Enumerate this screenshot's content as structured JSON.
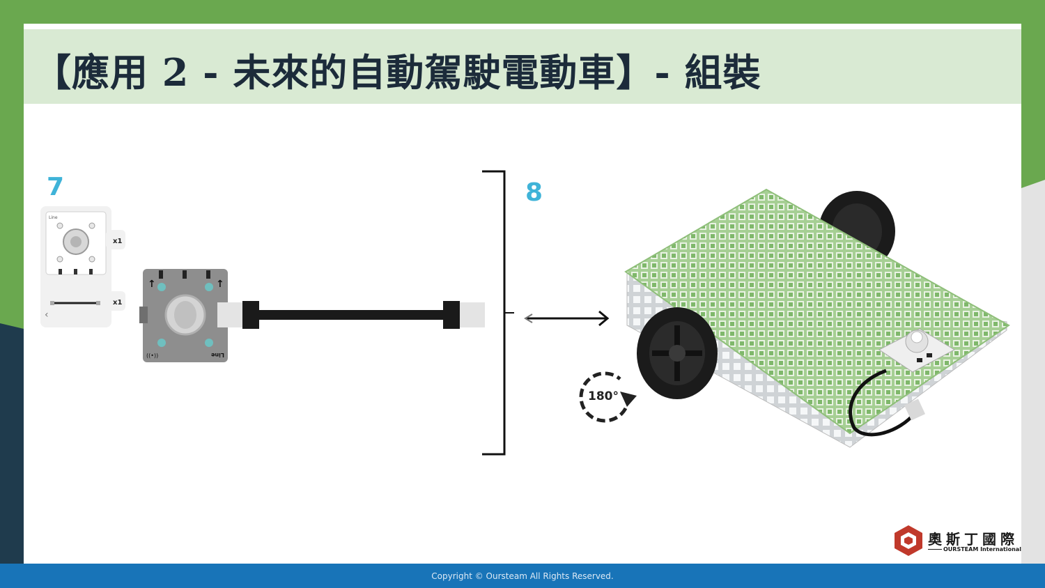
{
  "slide": {
    "title": "【應用 2 - 未來的自動駕駛電動車】- 組裝"
  },
  "steps": [
    {
      "number": "7",
      "parts": [
        {
          "label": "Line",
          "count": "x1"
        },
        {
          "label": "cable",
          "count": "x1"
        }
      ]
    },
    {
      "number": "8"
    }
  ],
  "module": {
    "label": "Line",
    "wifi_glyph": "((•))"
  },
  "rotation": {
    "label": "180°"
  },
  "logo": {
    "name_cn": "奧斯丁國際",
    "name_en": "OURSTEAM International"
  },
  "footer": {
    "copyright": "Copyright © Oursteam All Rights Reserved."
  },
  "colors": {
    "green": "#6aa84f",
    "title_bg": "#d9ead3",
    "step": "#3fb3d8",
    "footer": "#1874b8",
    "dark_navy": "#1f3b4d"
  }
}
